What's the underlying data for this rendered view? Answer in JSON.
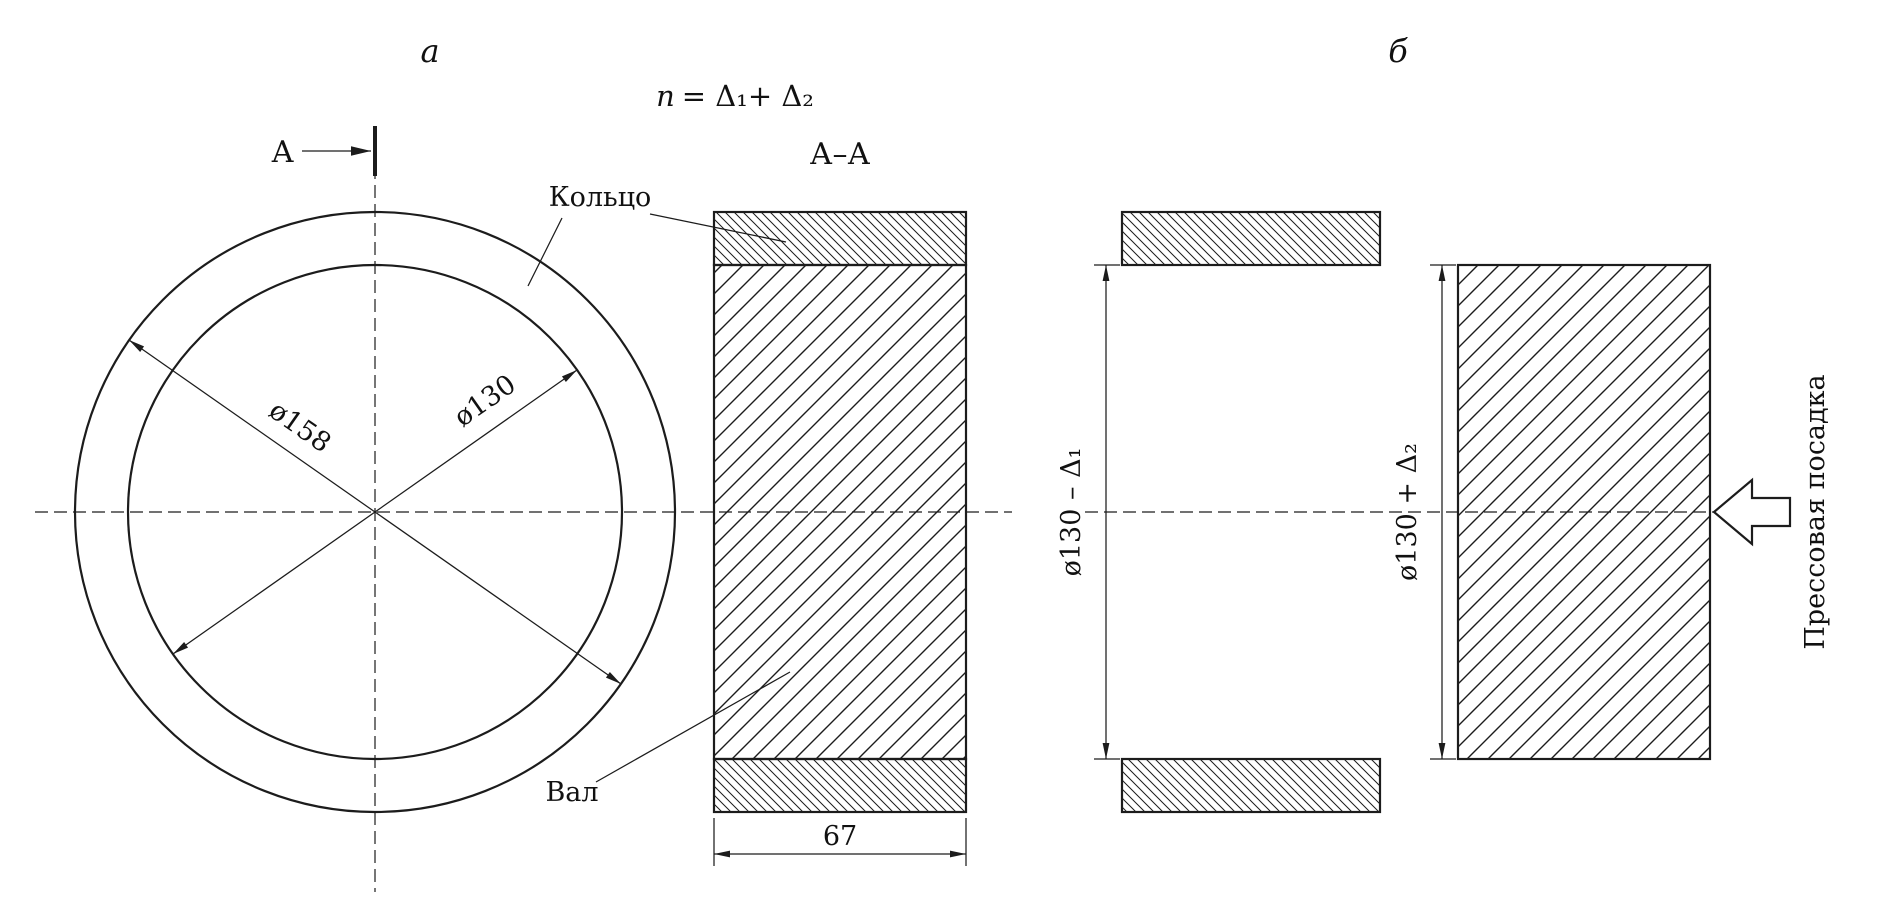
{
  "figure": {
    "background": "#ffffff",
    "line_color": "#1c1c1c",
    "labels": {
      "part_a": "а",
      "part_b": "б",
      "section": "А–А",
      "section_arrow": "А",
      "ring": "Кольцо",
      "shaft": "Вал",
      "press_fit": "Прессовая посадка"
    },
    "formula": {
      "variable": "n",
      "expression": "= Δ₁+ Δ₂"
    },
    "dimensions": {
      "ring_outer_diameter": "ø158",
      "ring_inner_diameter": "ø130",
      "ring_width": "67",
      "hole_before_fit": "ø130 – Δ₁",
      "shaft_before_fit": "ø130 + Δ₂"
    }
  }
}
